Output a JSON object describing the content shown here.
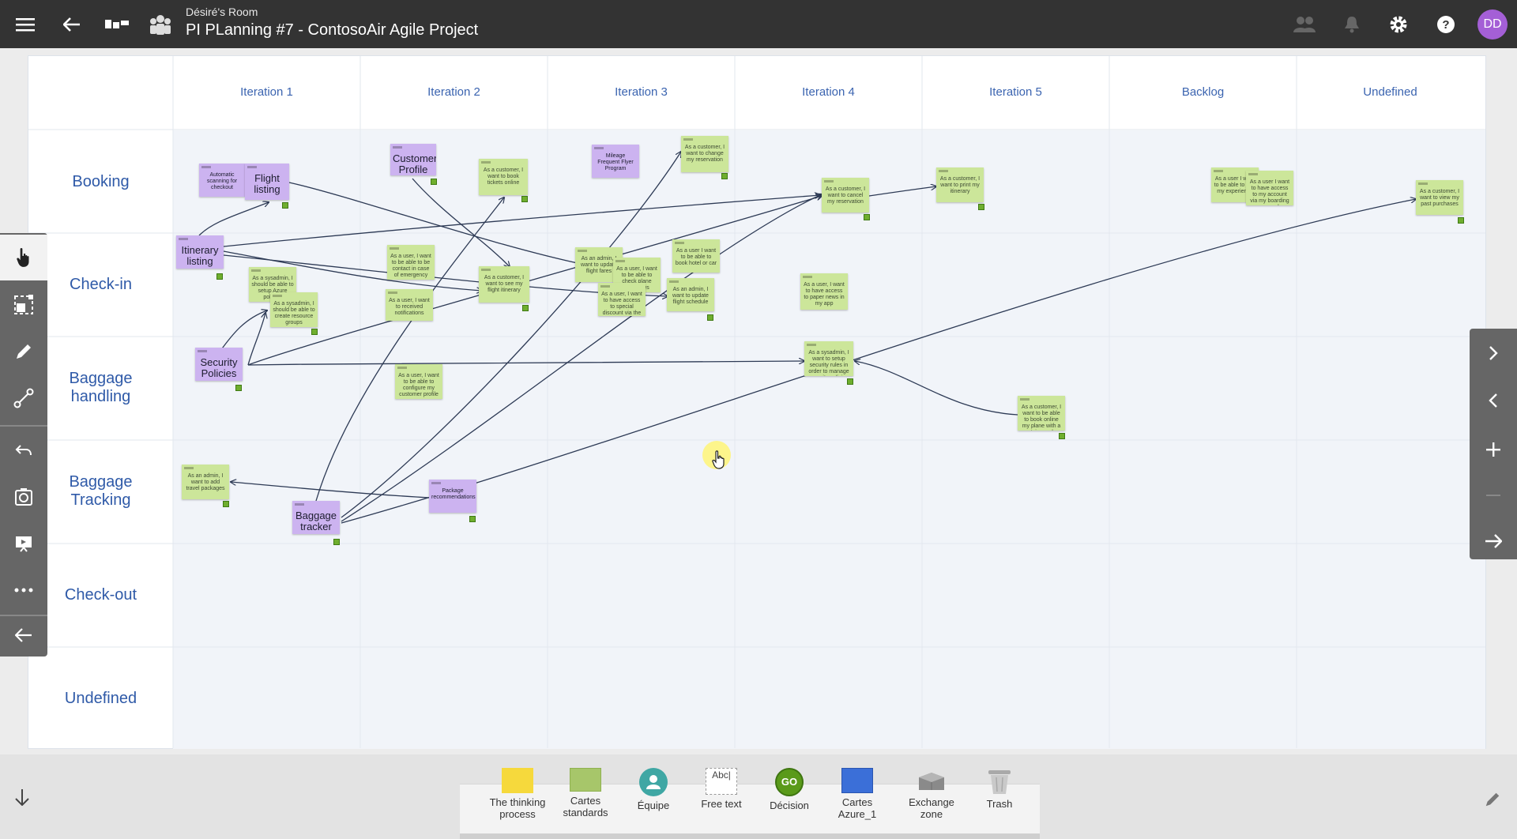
{
  "header": {
    "room_name": "Désiré's Room",
    "project_title": "PI PLanning #7 - ContosoAir Agile Project",
    "user_initials": "DD",
    "icons": [
      "menu-icon",
      "back-arrow-icon",
      "boards-icon",
      "team-icon",
      "people-icon",
      "bell-icon",
      "gear-icon",
      "help-icon"
    ]
  },
  "board": {
    "columns": [
      "Iteration 1",
      "Iteration 2",
      "Iteration 3",
      "Iteration 4",
      "Iteration 5",
      "Backlog",
      "Undefined"
    ],
    "rows": [
      {
        "label_1": "Booking",
        "label_2": ""
      },
      {
        "label_1": "Check-in",
        "label_2": ""
      },
      {
        "label_1": "Baggage",
        "label_2": "handling"
      },
      {
        "label_1": "Baggage",
        "label_2": "Tracking"
      },
      {
        "label_1": "Check-out",
        "label_2": ""
      },
      {
        "label_1": "Undefined",
        "label_2": ""
      }
    ]
  },
  "cards": {
    "automatic_scanning": "Automatic scanning for checkout",
    "flight_listing": "Flight listing",
    "customer_profile": "Customer Profile",
    "book_tickets": "As a customer, I want to book tickets online",
    "mileage_program": "Mileage Frequent Flyer Program",
    "change_reservation": "As a customer, I want to change my reservation",
    "cancel_reservation": "As a customer, I want to cancel my reservation",
    "print_itinerary": "As a customer, I want to print my itinerary",
    "user_experience": "As a user I want to be able to rate my experience",
    "boarding_pass": "As a user I want to have access to my account via my boarding pass number",
    "past_purchases": "As a customer, I want to view my past purchases",
    "itinerary_listing": "Itinerary listing",
    "sysadmin_policies": "As a sysadmin, I should be able to setup Azure policies",
    "sysadmin_groups": "As a sysadmin, I should be able to create resource groups",
    "contact_emergency": "As a user, I want to be able to be contact in case of emergency",
    "receive_notifications": "As a user, I want to received notifications",
    "see_itinerary": "As a customer, I want to see my flight itinerary",
    "update_fares": "As an admin, I want to update flight fares",
    "check_schedules": "As a user, I want to be able to check plane schedules",
    "special_discount": "As a user, I want to have access to special discount via the app",
    "book_hotel": "As a user I want to be able to book hotel or car",
    "update_schedule": "As an admin, I want to update flight schedule",
    "paper_news": "As a user, I want to have access to paper news in my app",
    "security_policies": "Security Policies",
    "configure_profile": "As a user, I want to be able to configure my customer profile",
    "security_rules": "As a sysadmin, I want to setup security rules in order to manage security policies to access the Cfasys application",
    "baggage_limit": "As a customer, I want to be able to book online my plane with a certain number of baggage",
    "travel_packages": "As an admin, I want to add travel packages",
    "baggage_tracker": "Baggage tracker",
    "package_recommendations": "Package recommendations"
  },
  "left_tools": [
    "hand-pointer-icon",
    "select-area-icon",
    "pen-icon",
    "connector-icon",
    "undo-icon",
    "snapshot-icon",
    "presentation-icon",
    "more-icon",
    "collapse-left-icon"
  ],
  "right_nav": [
    "next-icon",
    "previous-icon",
    "zoom-in-icon",
    "zoom-out-icon",
    "fit-arrow-icon"
  ],
  "bottom_tools": [
    {
      "label_1": "The thinking",
      "label_2": "process"
    },
    {
      "label_1": "Cartes",
      "label_2": "standards"
    },
    {
      "label_1": "Équipe",
      "label_2": ""
    },
    {
      "label_1": "Free text",
      "label_2": ""
    },
    {
      "label_1": "Décision",
      "label_2": ""
    },
    {
      "label_1": "Cartes",
      "label_2": "Azure_1"
    },
    {
      "label_1": "Exchange",
      "label_2": "zone"
    },
    {
      "label_1": "Trash",
      "label_2": ""
    }
  ],
  "free_text_preview": "Abc|",
  "decision_badge": "GO",
  "colors": {
    "topbar": "#333333",
    "avatar": "#a45fd6",
    "green_card": "#cce69a",
    "purple_card": "#ccb3f0",
    "header_text": "#3b64b0"
  }
}
